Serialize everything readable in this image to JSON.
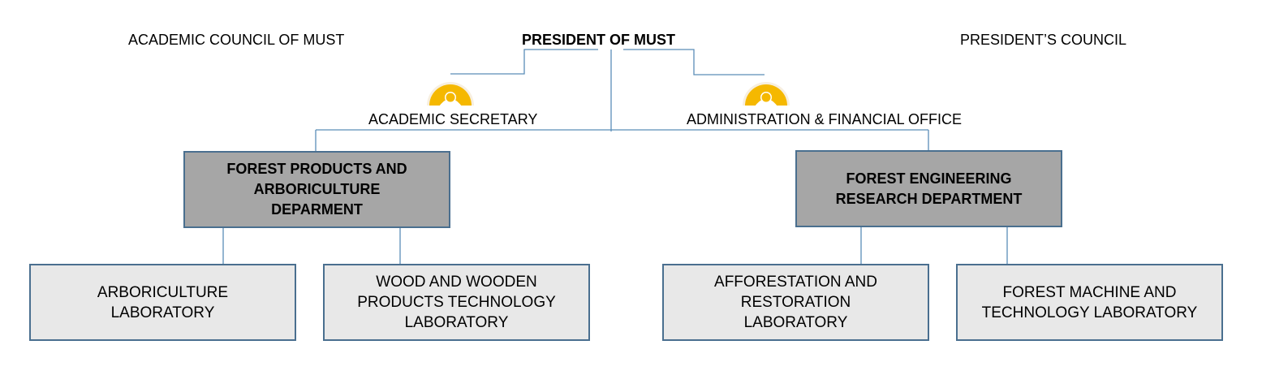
{
  "top": {
    "left_label": "ACADEMIC COUNCIL OF MUST",
    "center_label": "PRESIDENT OF MUST",
    "right_label": "PRESIDENT’S COUNCIL"
  },
  "offices": {
    "left": "ACADEMIC SECRETARY",
    "right": "ADMINISTRATION & FINANCIAL OFFICE"
  },
  "departments": [
    {
      "label": "FOREST PRODUCTS AND\nARBORICULTURE\nDEPARMENT"
    },
    {
      "label": "FOREST ENGINEERING\nRESEARCH DEPARTMENT"
    }
  ],
  "laboratories": [
    {
      "label": "ARBORICULTURE\nLABORATORY"
    },
    {
      "label": "WOOD AND WOODEN\nPRODUCTS TECHNOLOGY\nLABORATORY"
    },
    {
      "label": "AFFORESTATION AND\nRESTORATION\nLABORATORY"
    },
    {
      "label": "FOREST MACHINE AND\nTECHNOLOGY LABORATORY"
    }
  ],
  "colors": {
    "connector": "#5b8db8",
    "department_fill": "#a6a6a6",
    "laboratory_fill": "#e8e8e8",
    "avatar": "#f5b800"
  },
  "icons": {
    "office_avatar": "person-avatar-icon"
  }
}
